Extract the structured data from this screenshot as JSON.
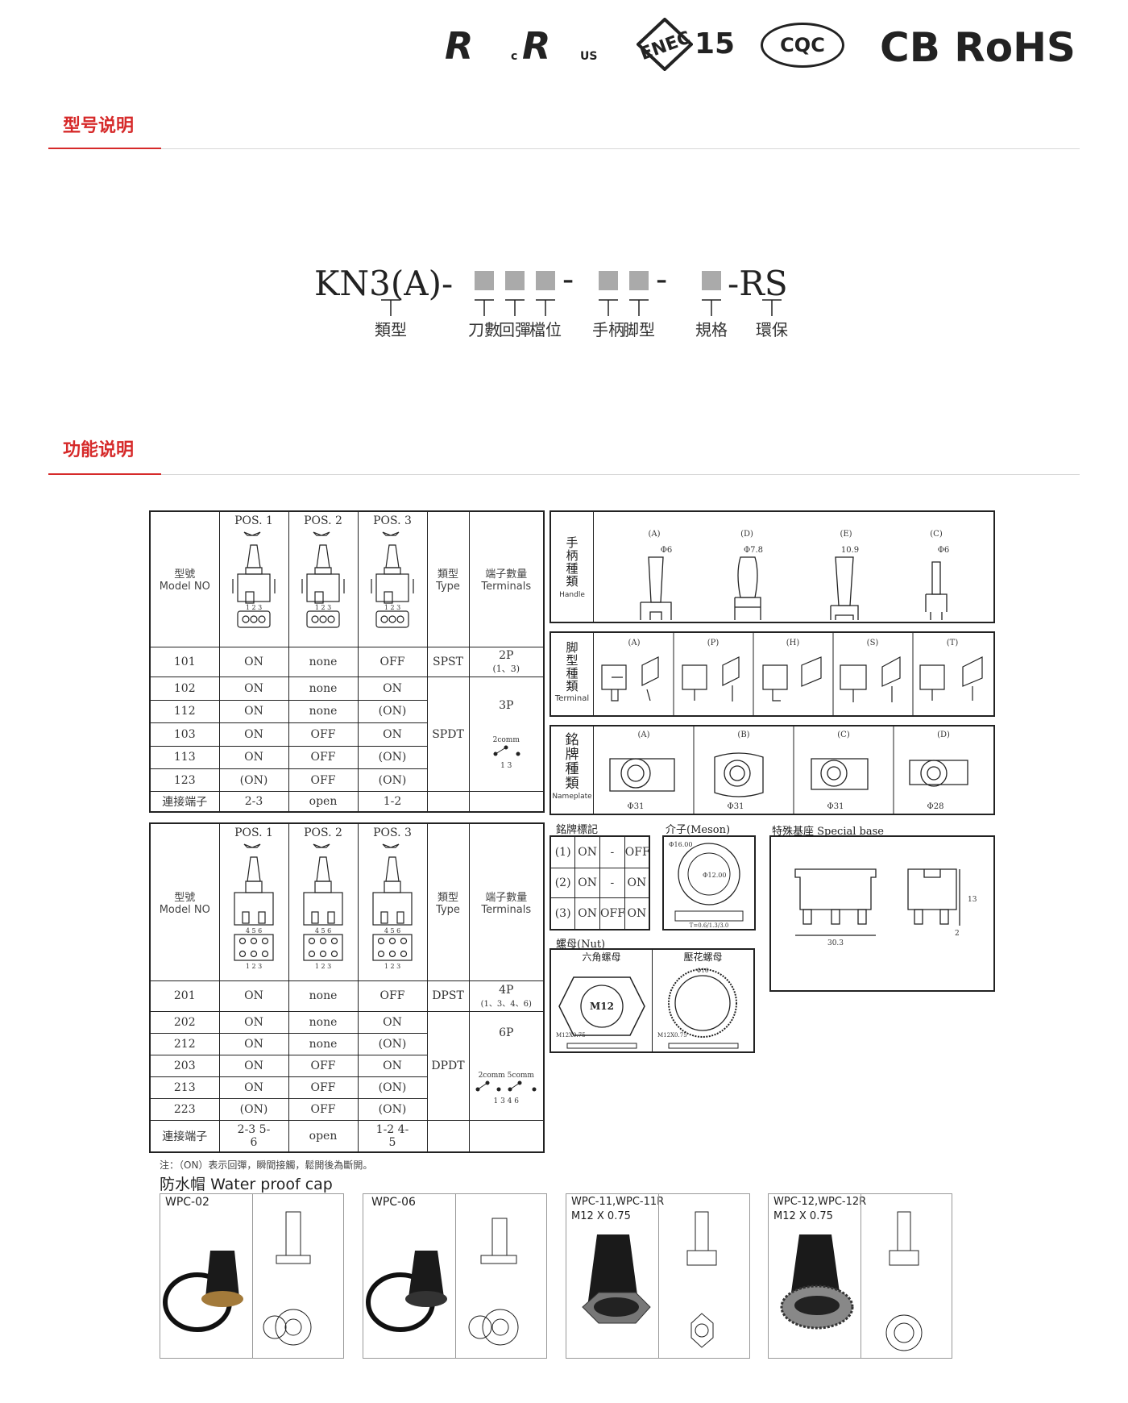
{
  "certs": {
    "ul1": "R",
    "ul_c": "c",
    "ul2": "R",
    "ul_us": "US",
    "enec": "ENEC",
    "enec_num": "15",
    "cqc": "CQC",
    "cb_rohs": "CB RoHS"
  },
  "section1": {
    "title": "型号说明"
  },
  "section2": {
    "title": "功能说明"
  },
  "model": {
    "prefix": "KN3(A)-",
    "suffix": "-RS",
    "labels": [
      "類型",
      "刀數",
      "回彈",
      "檔位",
      "手柄",
      "脚型",
      "規格",
      "環保"
    ]
  },
  "table1": {
    "pos_headers": [
      "POS. 1",
      "POS. 2",
      "POS. 3"
    ],
    "model_label": "型號",
    "model_label_en": "Model NO",
    "type_label": "類型",
    "type_label_en": "Type",
    "terminals_label": "端子數量",
    "terminals_label_en": "Terminals",
    "pin_numbers": [
      "1 2 3",
      "1 2 3",
      "1 2 3"
    ],
    "rows": [
      {
        "model": "101",
        "p1": "ON",
        "p2": "none",
        "p3": "OFF"
      },
      {
        "model": "102",
        "p1": "ON",
        "p2": "none",
        "p3": "ON"
      },
      {
        "model": "112",
        "p1": "ON",
        "p2": "none",
        "p3": "(ON)"
      },
      {
        "model": "103",
        "p1": "ON",
        "p2": "OFF",
        "p3": "ON"
      },
      {
        "model": "113",
        "p1": "ON",
        "p2": "OFF",
        "p3": "(ON)"
      },
      {
        "model": "123",
        "p1": "(ON)",
        "p2": "OFF",
        "p3": "(ON)"
      }
    ],
    "type_spst": "SPST",
    "term_2p": "2P",
    "term_2p_sub": "(1、3)",
    "type_spdt": "SPDT",
    "term_3p": "3P",
    "comm_label": "2comm",
    "comm_pins": "1   3",
    "conn_label": "連接端子",
    "conn": [
      "2-3",
      "open",
      "1-2"
    ]
  },
  "table2": {
    "pos_headers": [
      "POS. 1",
      "POS. 2",
      "POS. 3"
    ],
    "model_label": "型號",
    "model_label_en": "Model NO",
    "type_label": "類型",
    "type_label_en": "Type",
    "terminals_label": "端子數量",
    "terminals_label_en": "Terminals",
    "rows": [
      {
        "model": "201",
        "p1": "ON",
        "p2": "none",
        "p3": "OFF"
      },
      {
        "model": "202",
        "p1": "ON",
        "p2": "none",
        "p3": "ON"
      },
      {
        "model": "212",
        "p1": "ON",
        "p2": "none",
        "p3": "(ON)"
      },
      {
        "model": "203",
        "p1": "ON",
        "p2": "OFF",
        "p3": "ON"
      },
      {
        "model": "213",
        "p1": "ON",
        "p2": "OFF",
        "p3": "(ON)"
      },
      {
        "model": "223",
        "p1": "(ON)",
        "p2": "OFF",
        "p3": "(ON)"
      }
    ],
    "type_dpst": "DPST",
    "term_4p": "4P",
    "term_4p_sub": "(1、3、4、6)",
    "type_dpdt": "DPDT",
    "term_6p": "6P",
    "comm_label": "2comm  5comm",
    "comm_pins": "1   3 4   6",
    "conn_label": "連接端子",
    "conn": [
      "2-3 5-6",
      "open",
      "1-2 4-5"
    ]
  },
  "note": "注：（ON）表示回彈，瞬間接觸，鬆開後為斷開。",
  "handle": {
    "title": "手柄種類",
    "title_en": "Handle",
    "types": [
      "(A)",
      "(D)",
      "(E)",
      "(C)"
    ],
    "dims": [
      "Φ6",
      "Φ7.8",
      "10.9",
      "Φ6"
    ]
  },
  "terminal": {
    "title": "脚型種類",
    "title_en": "Terminal",
    "types": [
      "(A)",
      "(P)",
      "(H)",
      "(S)",
      "(T)"
    ]
  },
  "nameplate": {
    "title": "銘牌種類",
    "title_en": "Nameplate",
    "types": [
      "(A)",
      "(B)",
      "(C)",
      "(D)"
    ],
    "dims": [
      "Φ31",
      "Φ31",
      "Φ31",
      "Φ28"
    ]
  },
  "mark": {
    "title": "銘牌標記",
    "rows": [
      [
        "(1)",
        "ON",
        "-",
        "OFF"
      ],
      [
        "(2)",
        "ON",
        "-",
        "ON"
      ],
      [
        "(3)",
        "ON",
        "OFF",
        "ON"
      ]
    ]
  },
  "meson": {
    "title": "介子(Meson)",
    "dim1": "Φ16.00",
    "dim2": "Φ12.00",
    "thick": "T=0.6/1.3/3.0"
  },
  "special": {
    "title": "特殊基座 Special base",
    "dim1": "30.3",
    "dim2": "13",
    "dim3": "2"
  },
  "nut": {
    "title": "螺母(Nut)",
    "hex": "六角螺母",
    "knurl": "壓花螺母",
    "m12": "M12",
    "thread": "M12X0.75",
    "thread2": "M12X0.75",
    "d16": "Φ16"
  },
  "cap": {
    "title": "防水帽",
    "title_en": "Water proof cap",
    "items": [
      {
        "name": "WPC-02",
        "sub": ""
      },
      {
        "name": "WPC-06",
        "sub": ""
      },
      {
        "name": "WPC-11,WPC-11R",
        "sub": "M12 X 0.75"
      },
      {
        "name": "WPC-12,WPC-12R",
        "sub": "M12 X 0.75"
      }
    ]
  }
}
